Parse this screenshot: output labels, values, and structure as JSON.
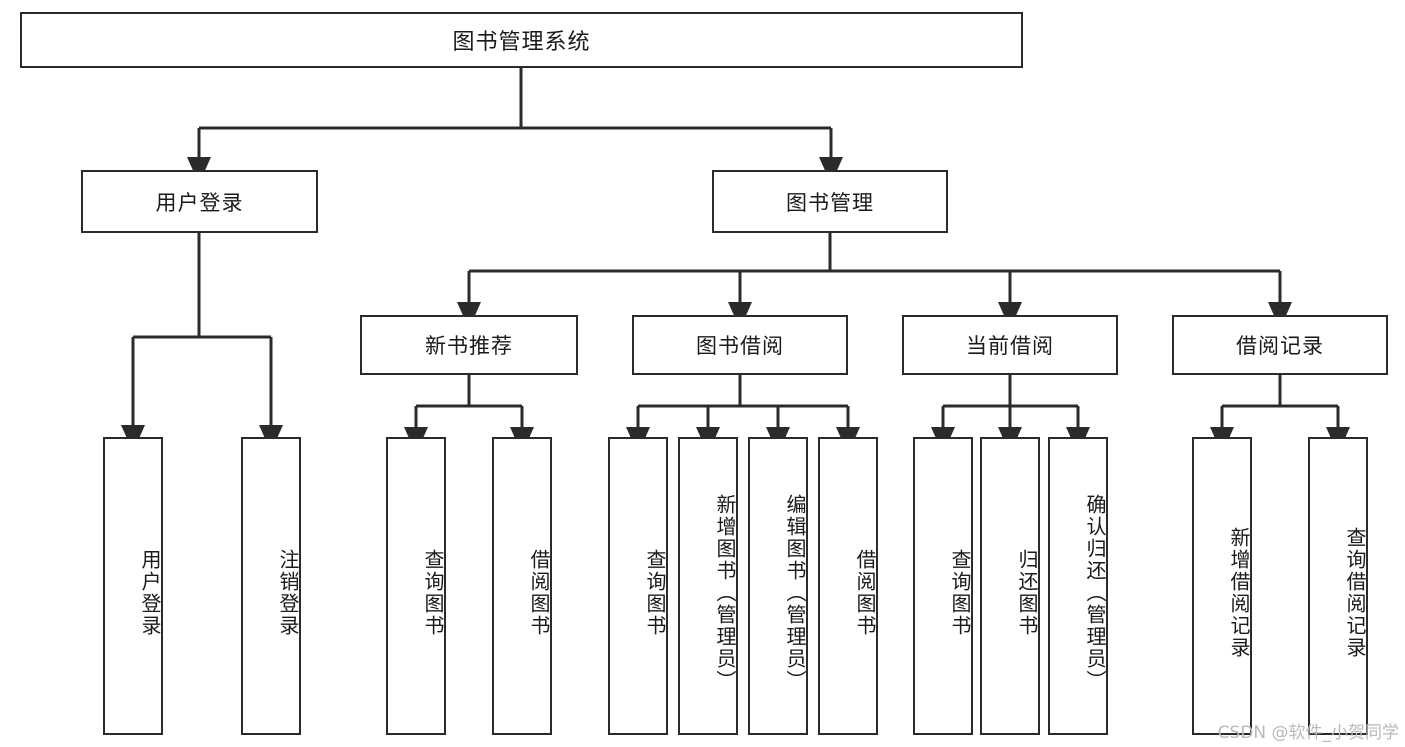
{
  "diagram": {
    "type": "tree",
    "title": "图书管理系统",
    "orientation": "top-down",
    "colors": {
      "box_border": "#2b2b2b",
      "box_fill": "#ffffff",
      "edge": "#2b2b2b",
      "text": "#1a1a1a",
      "watermark": "#b9b9b9"
    }
  },
  "root": {
    "label": "图书管理系统"
  },
  "level1": [
    {
      "label": "用户登录"
    },
    {
      "label": "图书管理"
    }
  ],
  "level2": [
    {
      "label": "新书推荐"
    },
    {
      "label": "图书借阅"
    },
    {
      "label": "当前借阅"
    },
    {
      "label": "借阅记录"
    }
  ],
  "leaves": {
    "user_login": [
      {
        "label": "用户登录"
      },
      {
        "label": "注销登录"
      }
    ],
    "new_book": [
      {
        "label": "查询图书"
      },
      {
        "label": "借阅图书"
      }
    ],
    "borrow_book": [
      {
        "label": "查询图书"
      },
      {
        "label": "新增图书（管理员）"
      },
      {
        "label": "编辑图书（管理员）"
      },
      {
        "label": "借阅图书"
      }
    ],
    "current_borrow": [
      {
        "label": "查询图书"
      },
      {
        "label": "归还图书"
      },
      {
        "label": "确认归还（管理员）"
      }
    ],
    "borrow_record": [
      {
        "label": "新增借阅记录"
      },
      {
        "label": "查询借阅记录"
      }
    ]
  },
  "watermark": {
    "text": "CSDN @软件_小贺同学"
  }
}
